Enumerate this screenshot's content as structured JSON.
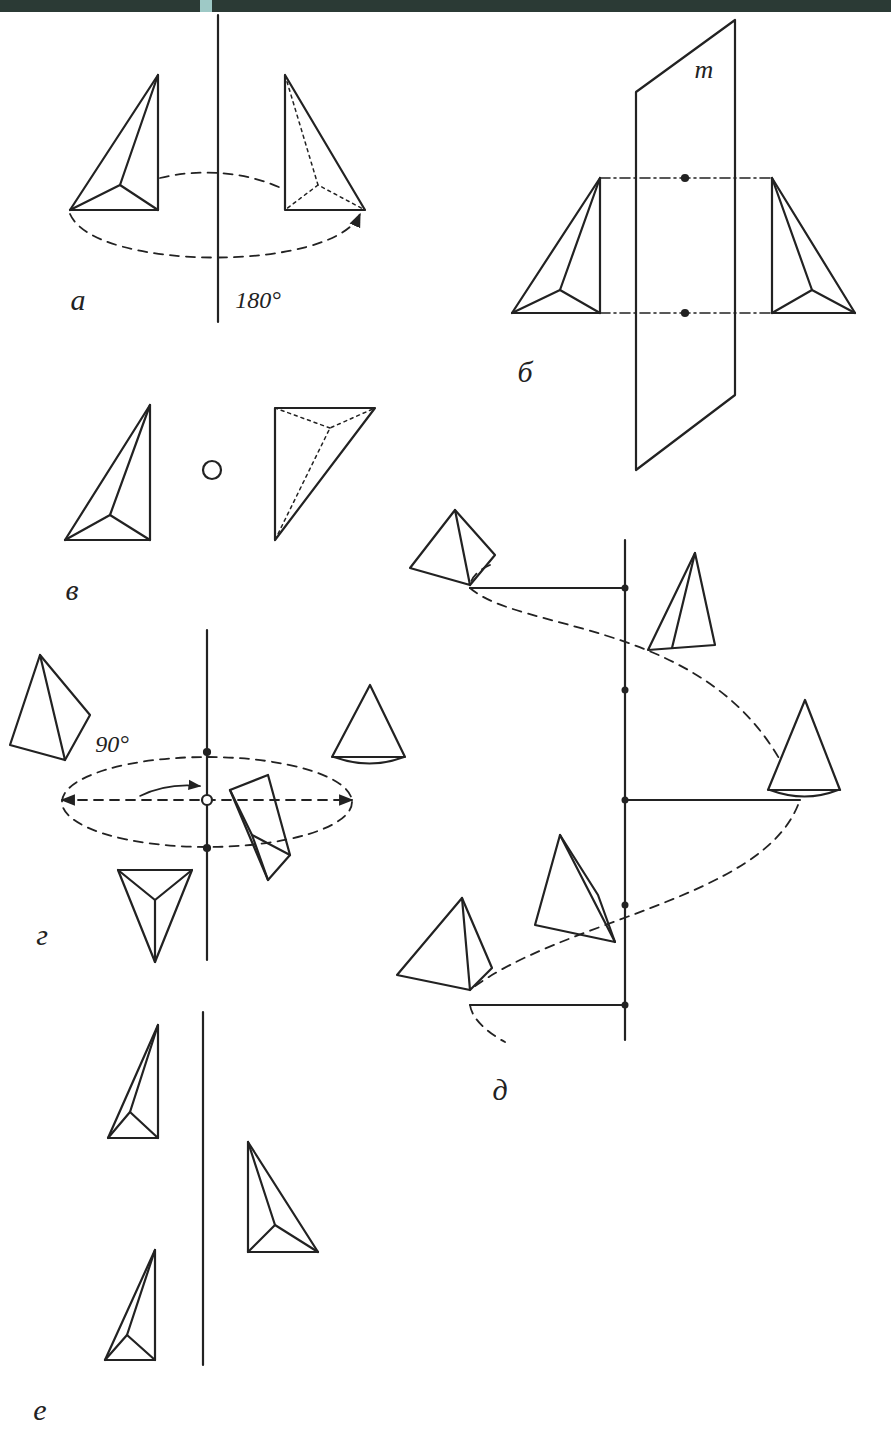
{
  "diagram": {
    "labels": [
      "m",
      "а",
      "180°",
      "б",
      "в",
      "90°",
      "г",
      "д",
      "е"
    ]
  }
}
